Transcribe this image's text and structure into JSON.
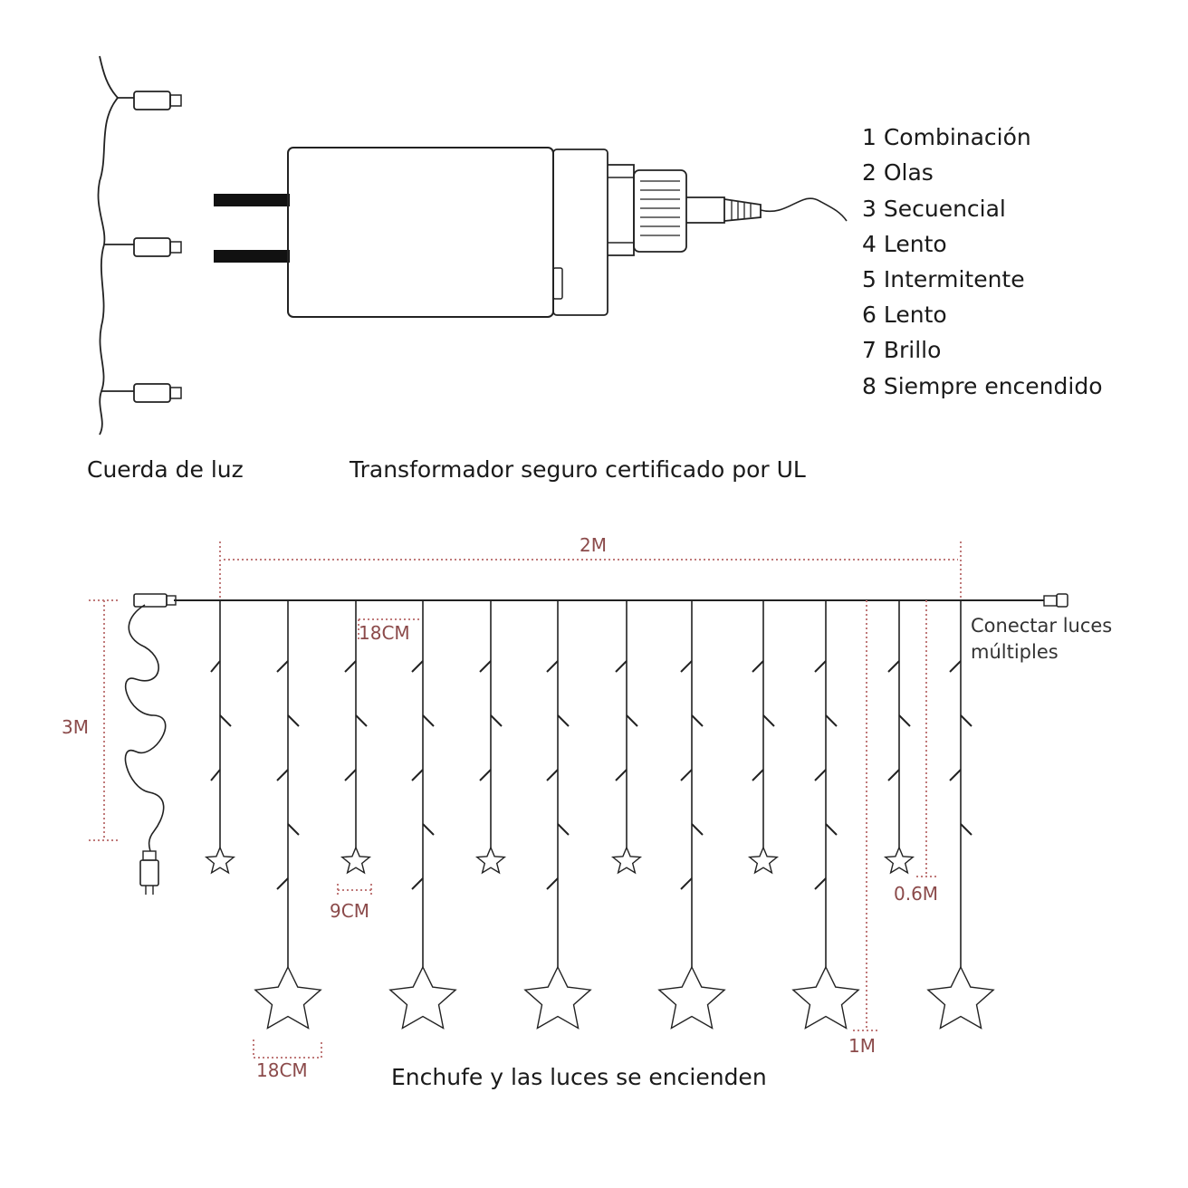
{
  "top": {
    "modes": [
      "1 Combinación",
      "2 Olas",
      "3 Secuencial",
      "4 Lento",
      "5 Intermitente",
      "6 Lento",
      "7 Brillo",
      "8 Siempre encendido"
    ],
    "string_label": "Cuerda de luz",
    "transformer_label": "Transformador seguro certificado por UL"
  },
  "bottom": {
    "width_label": "2M",
    "lead_length_label": "3M",
    "drop_spacing_label": "18CM",
    "small_star_label": "9CM",
    "big_star_label": "18CM",
    "long_drop_label": "1M",
    "short_drop_label": "0.6M",
    "connect_label_line1": "Conectar luces",
    "connect_label_line2": "múltiples",
    "caption": "Enchufe y las luces se encienden"
  },
  "colors": {
    "line": "#222222",
    "dimension": "#8b4a4a"
  }
}
